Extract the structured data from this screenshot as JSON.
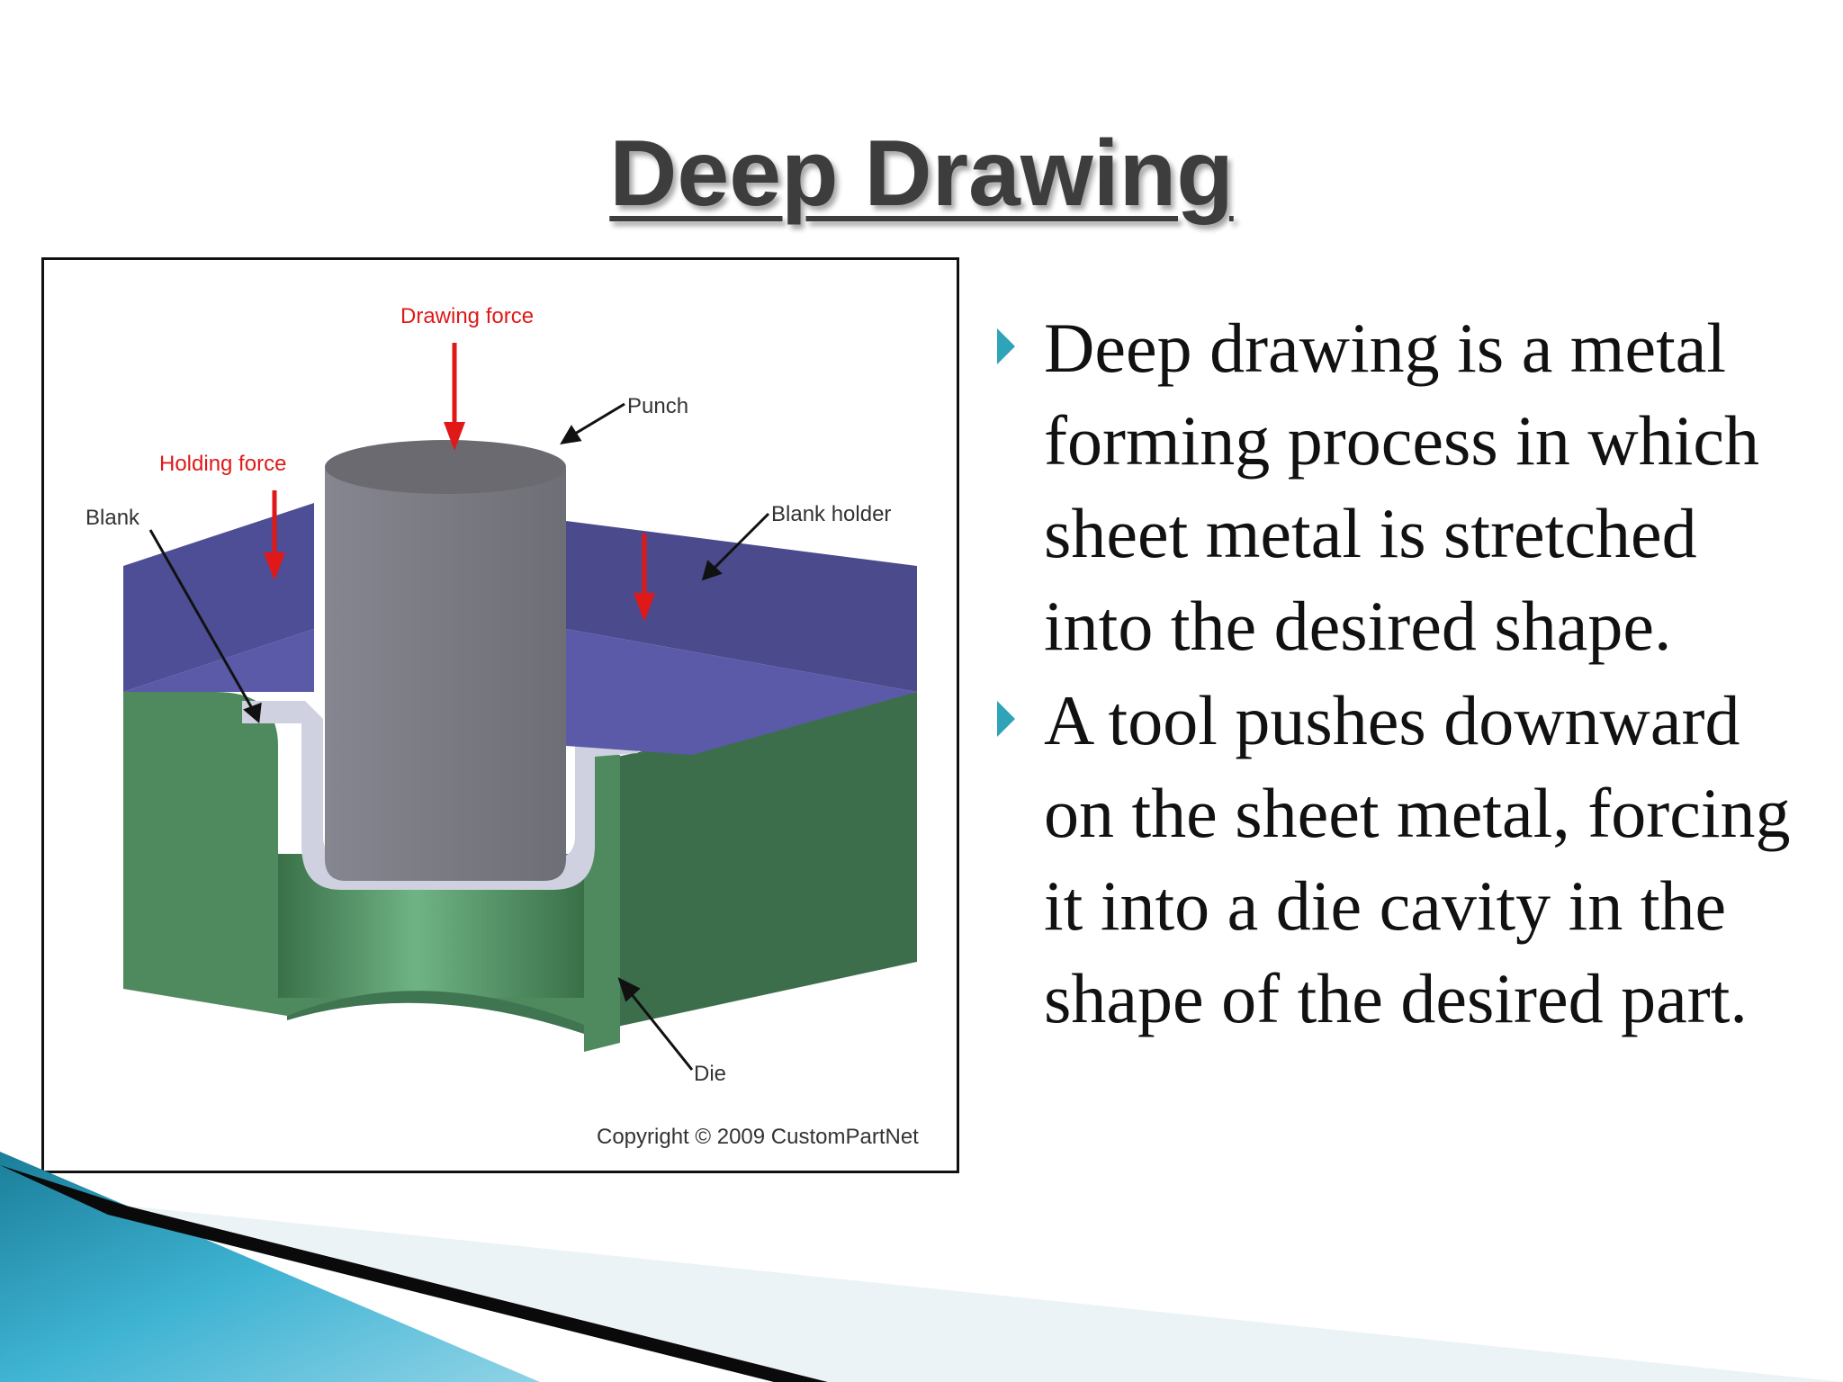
{
  "slide": {
    "title": "Deep Drawing",
    "bullets": [
      {
        "text": "Deep drawing is a metal forming process in which sheet metal is stretched into the desired shape."
      },
      {
        "text": "A tool pushes downward on the sheet metal, forcing it into a die cavity in the shape of the desired part."
      }
    ],
    "accent_color": "#2fa3b8"
  },
  "figure": {
    "labels": {
      "drawing_force": "Drawing force",
      "punch": "Punch",
      "holding_force": "Holding force",
      "blank": "Blank",
      "blank_holder": "Blank holder",
      "die": "Die"
    },
    "copyright": "Copyright © 2009 CustomPartNet",
    "colors": {
      "blank_holder": "#4e4e96",
      "punch": "#7a7a80",
      "die": "#4f8a5e",
      "blank": "#cfd0e0",
      "force_arrow": "#e01818"
    }
  }
}
